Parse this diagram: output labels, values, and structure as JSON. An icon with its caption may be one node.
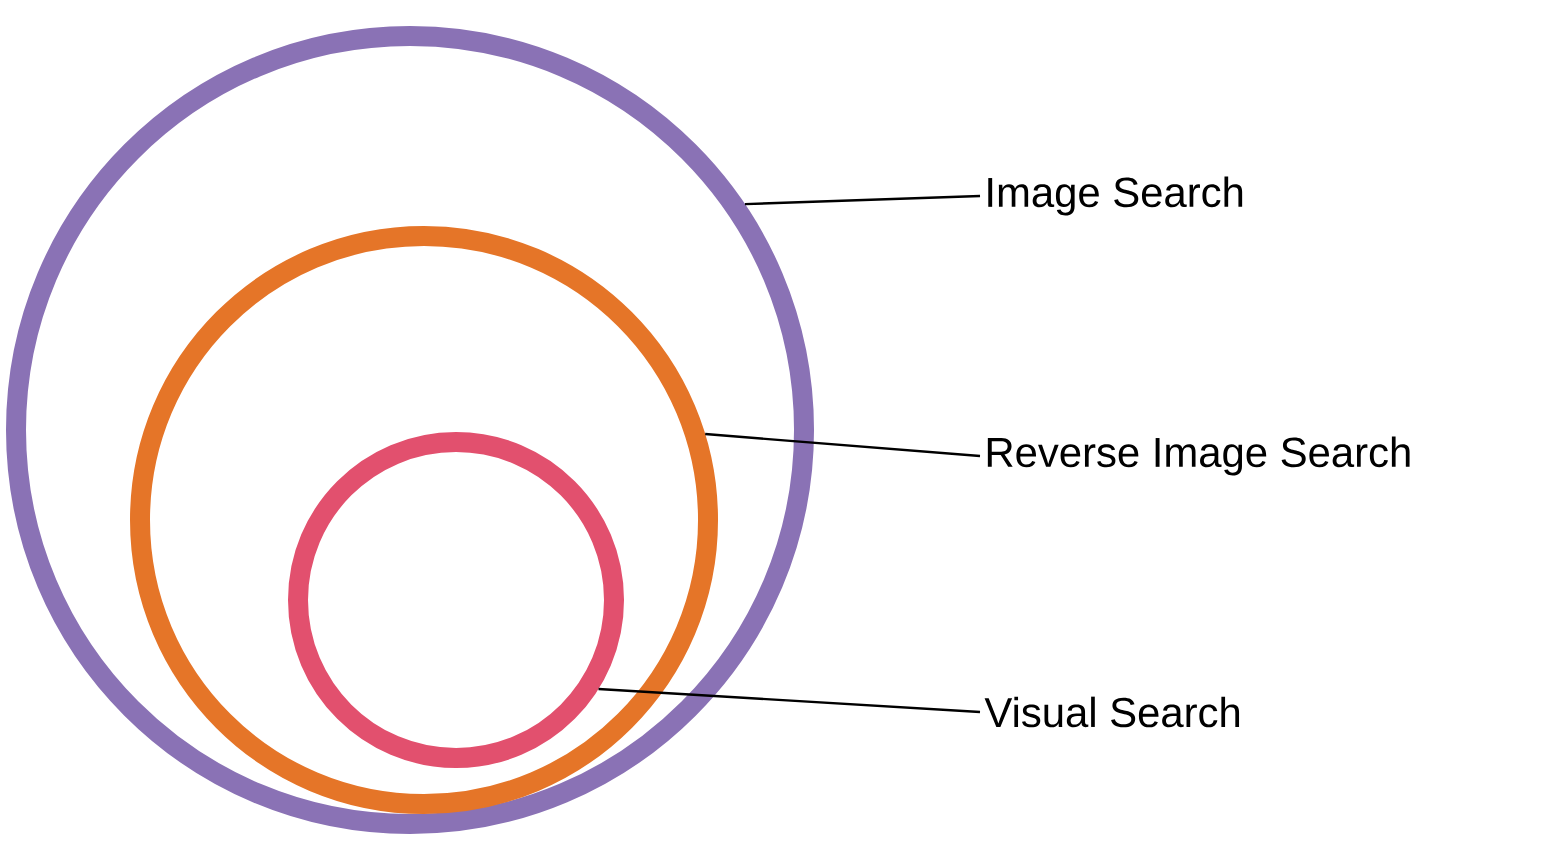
{
  "diagram": {
    "nodes": [
      {
        "text": [],
        "shape": "circle"
      },
      {
        "text": [],
        "shape": "circle",
        "in": 0
      },
      {
        "text": [],
        "shape": "circle",
        "in": 1
      },
      {
        "text": [
          "Image Search"
        ]
      },
      {
        "text": [
          "Reverse Image Search"
        ]
      },
      {
        "text": [
          "Visual Search"
        ]
      }
    ],
    "edges": [
      {
        "from": 3,
        "to": 0,
        "arrow": "none"
      },
      {
        "from": 4,
        "to": 1,
        "arrow": "none"
      },
      {
        "from": 5,
        "to": 2,
        "arrow": "none"
      }
    ]
  }
}
